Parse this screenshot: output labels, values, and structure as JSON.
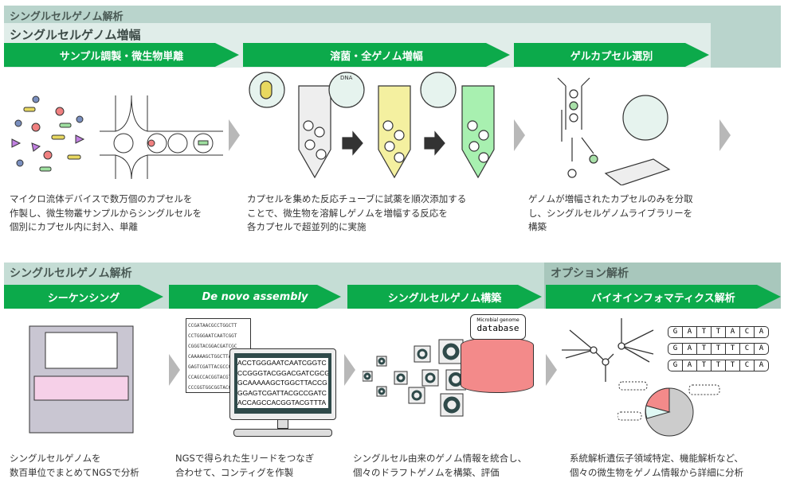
{
  "top": {
    "section_title": "シングルセルゲノム解析",
    "subsection_title": "シングルセルゲノム増幅",
    "steps": [
      {
        "label": "サンプル調製・微生物単離",
        "desc": "マイクロ流体デバイスで数万個のカプセルを\n作製し、微生物叢サンプルからシングルセルを\n個別にカプセル内に封入、単離"
      },
      {
        "label": "溶菌・全ゲノム増幅",
        "desc": "カプセルを集めた反応チューブに試薬を順次添加する\nことで、微生物を溶解しゲノムを増幅する反応を\n各カプセルで超並列的に実施"
      },
      {
        "label": "ゲルカプセル選別",
        "desc": "ゲノムが増幅されたカプセルのみを分取\nし、シングルセルゲノムライブラリーを\n構築"
      }
    ],
    "dna_label": "DNA"
  },
  "bottom": {
    "section_title": "シングルセルゲノム解析",
    "option_title": "オプション解析",
    "steps": [
      {
        "label": "シーケンシング",
        "desc": "シングルセルゲノムを\n数百単位でまとめてNGSで分析"
      },
      {
        "label": "De novo assembly",
        "desc": "NGSで得られた生リードをつなぎ\n合わせて、コンティグを作製"
      },
      {
        "label": "シングルセルゲノム構築",
        "desc": "シングルセル由来のゲノム情報を統合し、\n個々のドラフトゲノムを構築、評価"
      },
      {
        "label": "バイオインフォマティクス解析",
        "desc": "系統解析遺伝子領域特定、機能解析など、\n個々の微生物をゲノム情報から詳細に分析"
      }
    ],
    "paper_reads": [
      "CCGATAACGCCTGGCTT",
      "CCTGGGAATCAATCGGT",
      "CGGGTACGGACGATCGC",
      "CAAAAAGCTGGCTTAC",
      "GAGTCGATTACGCCGA",
      "CCAGCCACGGTACGTT",
      "CCCGGTGGCGGTACG"
    ],
    "screen_reads": [
      "ACCTGGGAATCAATCGGTC",
      "CCGGGTACGGACGATCGCG",
      "GCAAAAAGCTGGCTTACCG",
      "GGAGTCGATTACGCCGATC",
      "ACCAGCCACGGTACGTTTA"
    ],
    "db_small": "Microbial genome",
    "db_big": "database",
    "sequences": [
      [
        "G",
        "A",
        "T",
        "T",
        "A",
        "C",
        "A"
      ],
      [
        "G",
        "A",
        "T",
        "T",
        "T",
        "C",
        "A"
      ],
      [
        "G",
        "A",
        "T",
        "T",
        "T",
        "C",
        "A"
      ]
    ]
  },
  "colors": {
    "green": "#0caa4b",
    "band": "#b9d4cc",
    "pie_red": "#f38a8a"
  }
}
